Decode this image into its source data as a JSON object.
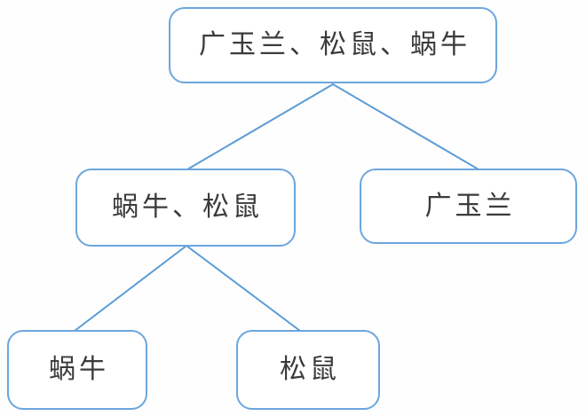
{
  "diagram": {
    "type": "tree",
    "accent_color": "#6ca6dd",
    "line_color": "#5b9bd5",
    "text_color": "#3b3b3b",
    "nodes": {
      "root": {
        "label": "广玉兰、松鼠、蜗牛"
      },
      "left_child": {
        "label": "蜗牛、松鼠"
      },
      "right_child": {
        "label": "广玉兰"
      },
      "leaf_left": {
        "label": "蜗牛"
      },
      "leaf_right": {
        "label": "松鼠"
      }
    },
    "edges": [
      {
        "from": "root",
        "to": "left_child"
      },
      {
        "from": "root",
        "to": "right_child"
      },
      {
        "from": "left_child",
        "to": "leaf_left"
      },
      {
        "from": "left_child",
        "to": "leaf_right"
      }
    ]
  }
}
